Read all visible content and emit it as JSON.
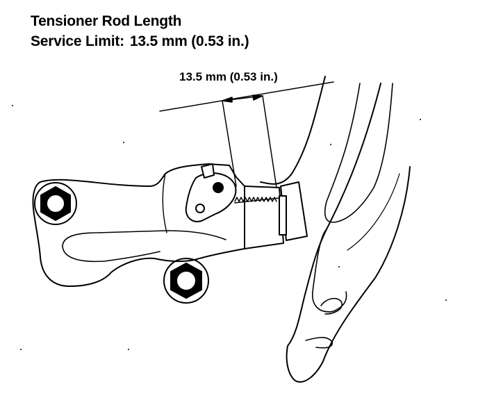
{
  "heading": {
    "title": "Tensioner Rod Length",
    "limit_label": "Service Limit:",
    "limit_value": "13.5 mm (0.53 in.)"
  },
  "callout": {
    "dimension_text": "13.5 mm (0.53 in.)"
  }
}
